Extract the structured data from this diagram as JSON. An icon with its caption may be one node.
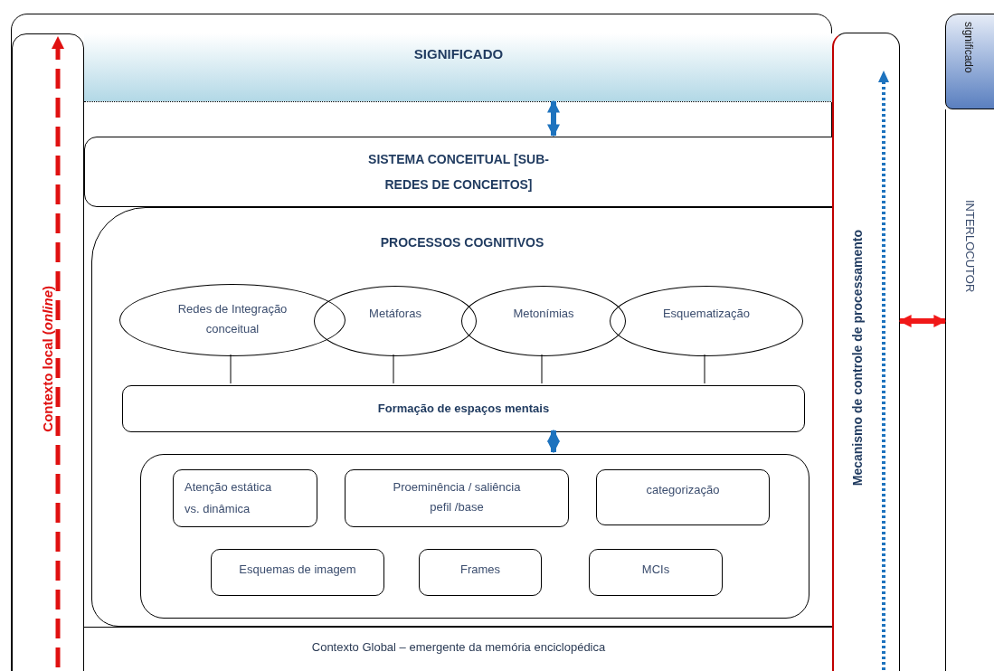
{
  "diagram": {
    "nodes": [
      {
        "text": [],
        "shape": "box"
      },
      {
        "text": [
          "Contexto local (*online*)"
        ],
        "in": 0
      },
      {
        "text": [
          "SIGNIFICADO"
        ],
        "in": 0
      },
      {
        "text": [
          "SISTEMA CONCEITUAL [SUB-REDES DE CONCEITOS]"
        ],
        "in": 0
      },
      {
        "text": [
          "PROCESSOS COGNITIVOS"
        ],
        "in": 0
      },
      {
        "text": [
          "Redes de Integração conceitual"
        ],
        "in": 4
      },
      {
        "text": [
          "Metáforas"
        ],
        "in": 4
      },
      {
        "text": [
          "Metonímias"
        ],
        "in": 4
      },
      {
        "text": [
          "Esquematização"
        ],
        "in": 4
      },
      {
        "text": [
          "Formação de espaços mentais"
        ],
        "in": 4
      },
      {
        "text": [],
        "shape": "box",
        "in": 4
      },
      {
        "text": [
          "Atenção estática vs. dinâmica"
        ],
        "in": 10
      },
      {
        "text": [
          "Proeminência / saliência pefil /base"
        ],
        "in": 10
      },
      {
        "text": [
          "categorização"
        ],
        "in": 10
      },
      {
        "text": [
          "Esquemas de imagem"
        ],
        "in": 10
      },
      {
        "text": [
          "Frames"
        ],
        "in": 10
      },
      {
        "text": [
          "MCIs"
        ],
        "in": 10
      },
      {
        "text": [
          "Contexto Global – emergente da memória enciclopédica"
        ],
        "in": 0
      },
      {
        "text": [
          "Mecanismo de controle de processamento"
        ]
      },
      {
        "text": [
          "significado"
        ]
      },
      {
        "text": [
          "INTERLOCUTOR"
        ]
      }
    ],
    "edges": [
      {
        "from": 2,
        "to": 3,
        "arrow": "both",
        "style": "thick",
        "color": "#1e73be"
      },
      {
        "from": 5,
        "to": 9,
        "arrow": "none"
      },
      {
        "from": 6,
        "to": 9,
        "arrow": "none"
      },
      {
        "from": 7,
        "to": 9,
        "arrow": "none"
      },
      {
        "from": 8,
        "to": 9,
        "arrow": "none"
      },
      {
        "from": 9,
        "to": 10,
        "arrow": "both",
        "style": "thick",
        "color": "#1e73be"
      },
      {
        "from": 18,
        "to": 20,
        "arrow": "both",
        "style": "thick",
        "color": "#f01818"
      }
    ]
  }
}
